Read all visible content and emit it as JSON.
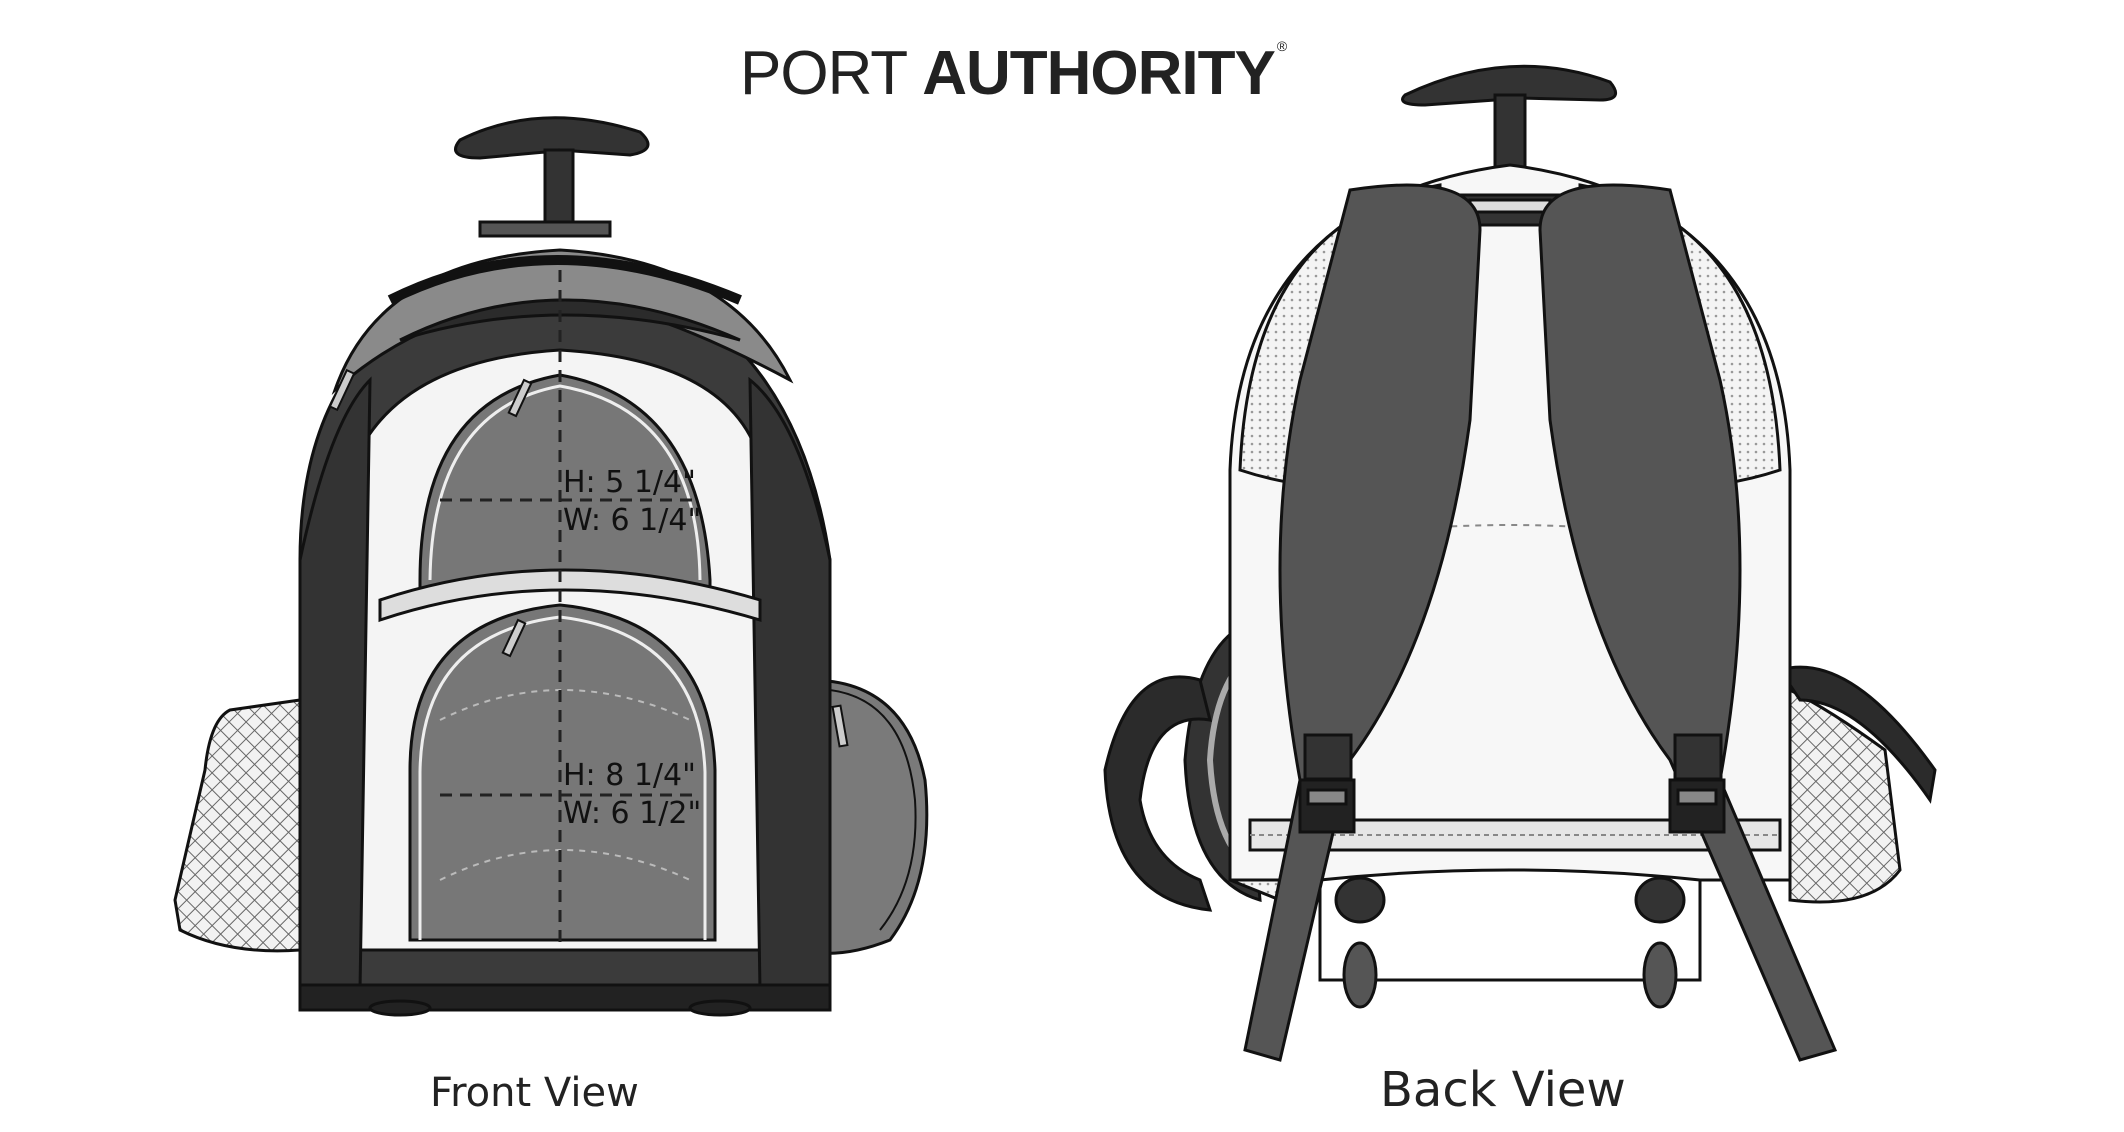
{
  "brand": {
    "word1": "PORT",
    "word2": "AUTHORITY",
    "reg": "®"
  },
  "front": {
    "caption": "Front View",
    "top_pocket": {
      "height": "H: 5 1/4\"",
      "width": "W: 6 1/4\""
    },
    "bottom_pocket": {
      "height": "H: 8 1/4\"",
      "width": "W: 6 1/2\""
    }
  },
  "back": {
    "caption": "Back View"
  }
}
